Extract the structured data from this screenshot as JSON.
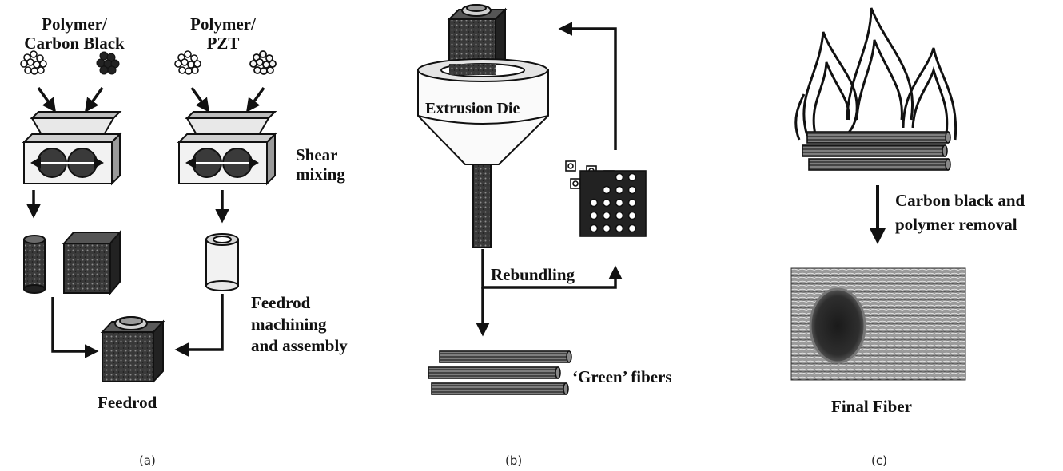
{
  "panel_a": {
    "material_left_line1": "Polymer/",
    "material_left_line2": "Carbon Black",
    "material_right_line1": "Polymer/",
    "material_right_line2": "PZT",
    "shear_line1": "Shear",
    "shear_line2": "mixing",
    "feedrod_machining_line1": "Feedrod",
    "feedrod_machining_line2": "machining",
    "feedrod_machining_line3": "and assembly",
    "feedrod_label": "Feedrod",
    "caption": "(a)"
  },
  "panel_b": {
    "die_label": "Extrusion Die",
    "rebundling_label": "Rebundling",
    "green_fibers_label": "‘Green’ fibers",
    "caption": "(b)"
  },
  "panel_c": {
    "removal_line1": "Carbon black and",
    "removal_line2": "polymer removal",
    "final_fiber_label": "Final Fiber",
    "caption": "(c)"
  },
  "colors": {
    "ink": "#111111",
    "dark_fill": "#2a2a2a",
    "mid_gray": "#8a8a8a",
    "light_gray": "#d6d6d6"
  }
}
